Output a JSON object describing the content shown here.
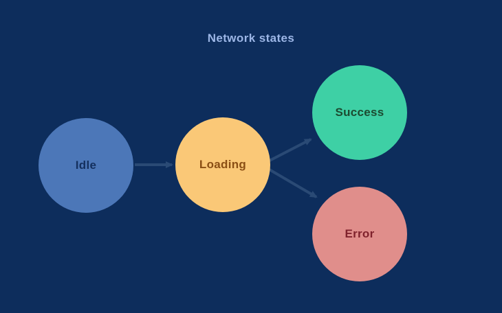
{
  "diagram": {
    "title": "Network states",
    "type": "state-diagram",
    "colors": {
      "background": "#0d2d5c",
      "title_text": "#9cb6e6",
      "arrow": "#2a4a75"
    },
    "nodes": [
      {
        "id": "idle",
        "label": "Idle",
        "fill": "#4c77b8",
        "text_color": "#14305e"
      },
      {
        "id": "loading",
        "label": "Loading",
        "fill": "#fac877",
        "text_color": "#8a4e14"
      },
      {
        "id": "success",
        "label": "Success",
        "fill": "#3ed0a5",
        "text_color": "#1c4a30"
      },
      {
        "id": "error",
        "label": "Error",
        "fill": "#e08e8b",
        "text_color": "#7f222c"
      }
    ],
    "edges": [
      {
        "from": "idle",
        "to": "loading"
      },
      {
        "from": "loading",
        "to": "success"
      },
      {
        "from": "loading",
        "to": "error"
      }
    ]
  }
}
